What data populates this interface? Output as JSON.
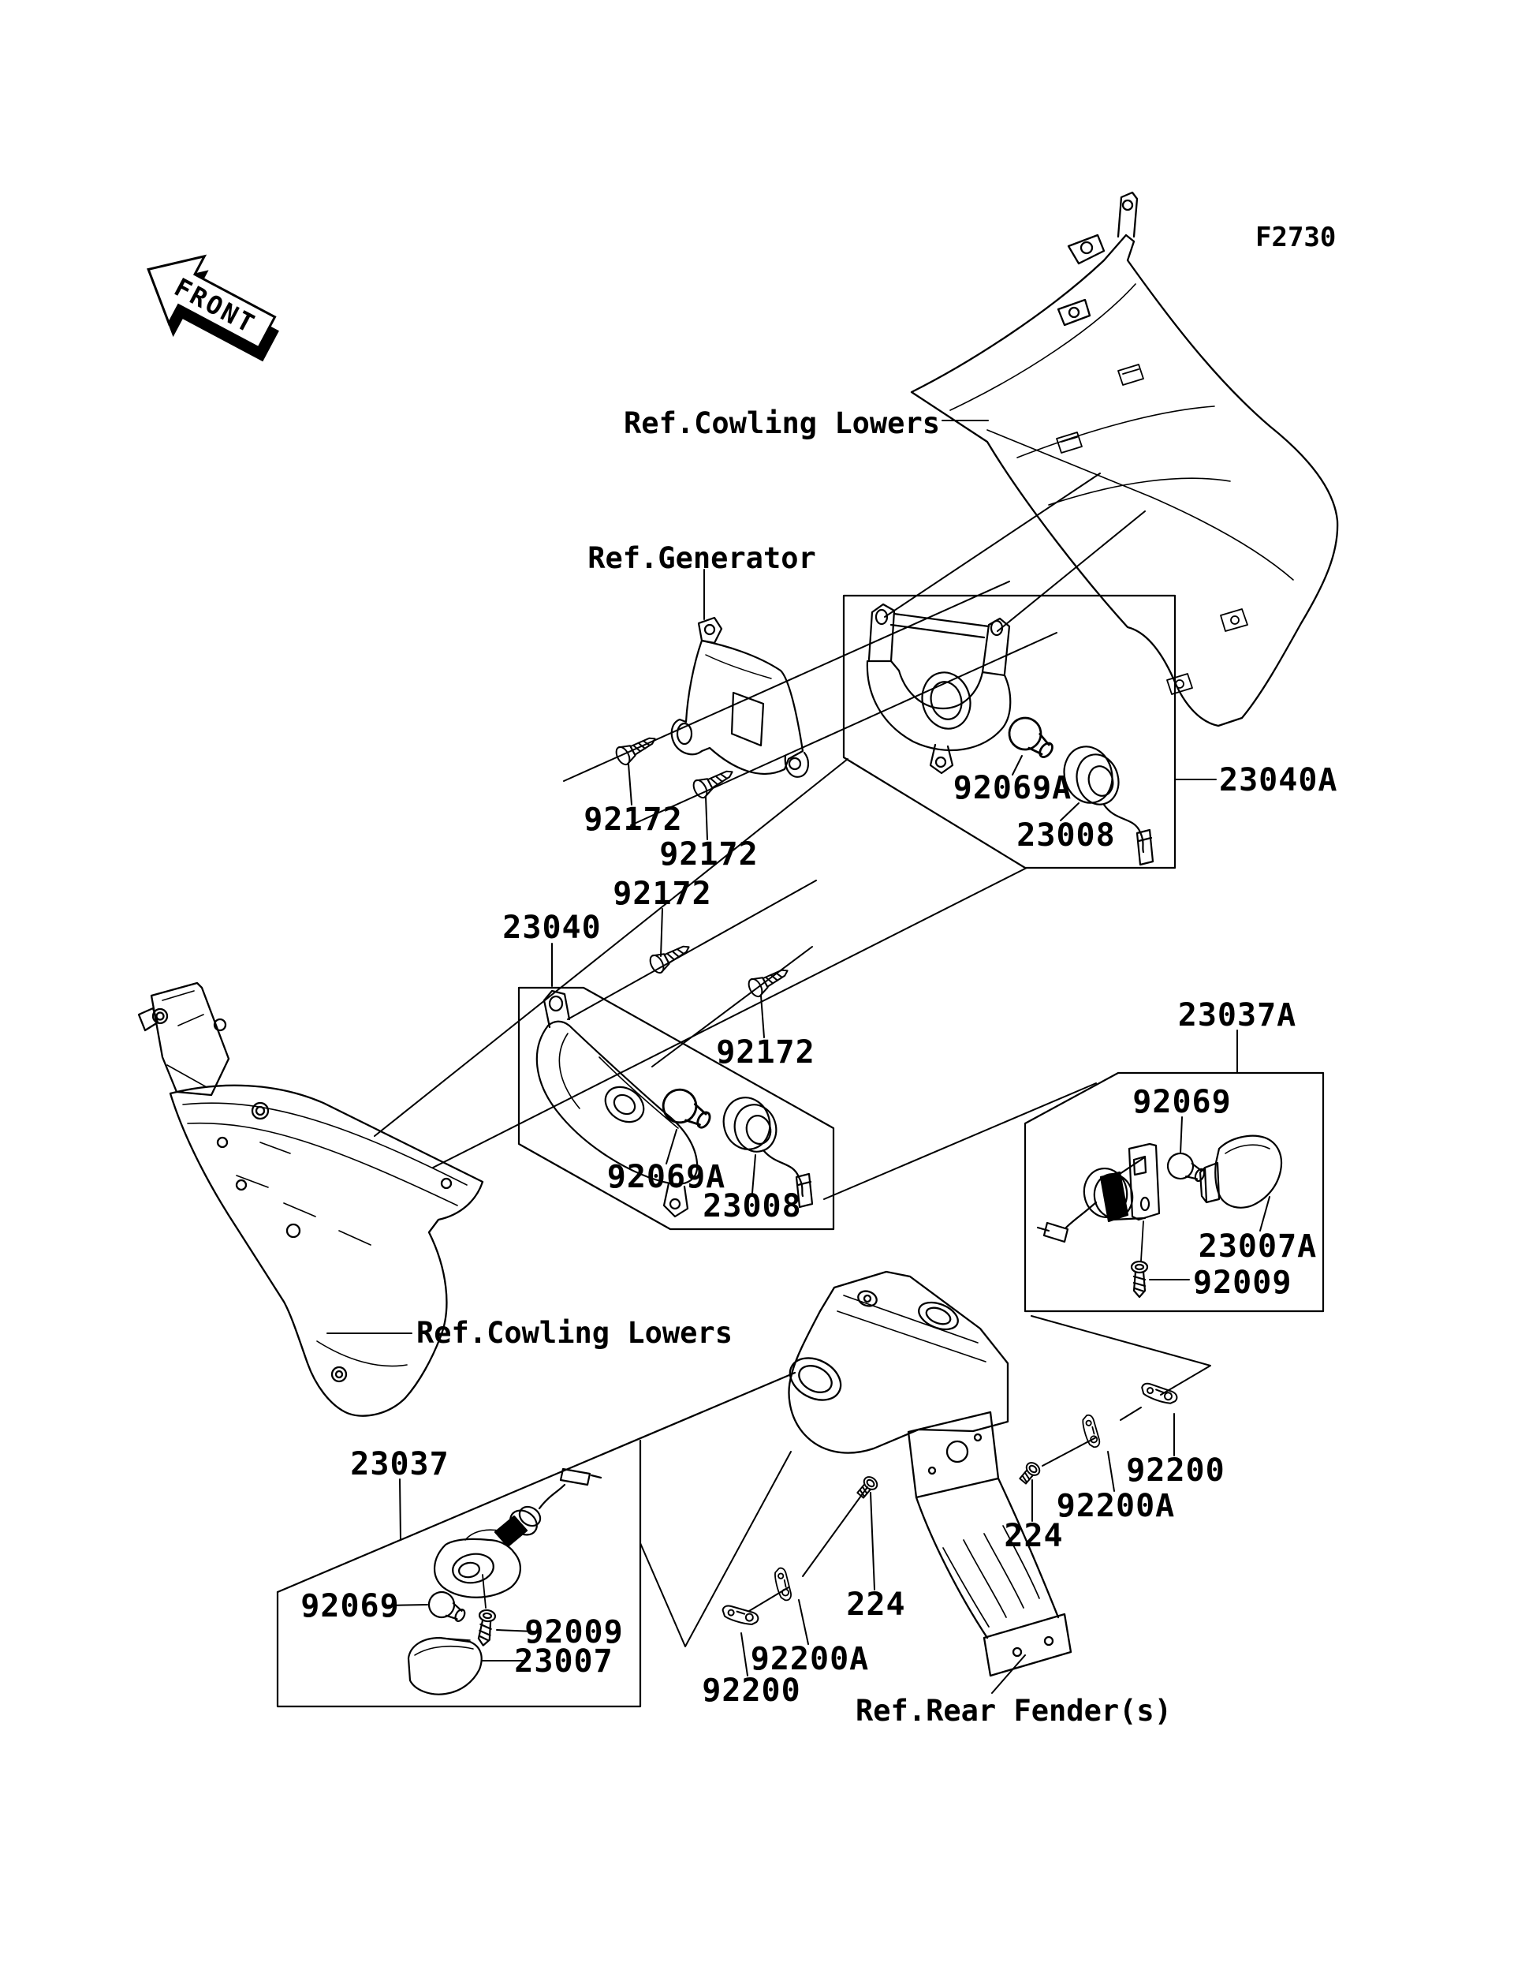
{
  "figure": {
    "code": "F2730",
    "front_marker": "FRONT"
  },
  "references": {
    "cowling_lowers_top": "Ref.Cowling Lowers",
    "generator": "Ref.Generator",
    "cowling_lowers_left": "Ref.Cowling Lowers",
    "rear_fender": "Ref.Rear Fender(s)"
  },
  "callouts": {
    "p23040A": "23040A",
    "p23040": "23040",
    "p23037A": "23037A",
    "p23037": "23037",
    "p23007A": "23007A",
    "p23007": "23007",
    "p23008_front": "23008",
    "p23008_mid": "23008",
    "p92069A_front": "92069A",
    "p92069A_mid": "92069A",
    "p92069_right": "92069",
    "p92069_bottom": "92069",
    "p92009_right": "92009",
    "p92009_bottom": "92009",
    "p92172_1": "92172",
    "p92172_2": "92172",
    "p92172_3": "92172",
    "p92172_4": "92172",
    "p224_mid": "224",
    "p224_right": "224",
    "p92200_mid": "92200",
    "p92200_right": "92200",
    "p92200A_mid": "92200A",
    "p92200A_right": "92200A"
  }
}
